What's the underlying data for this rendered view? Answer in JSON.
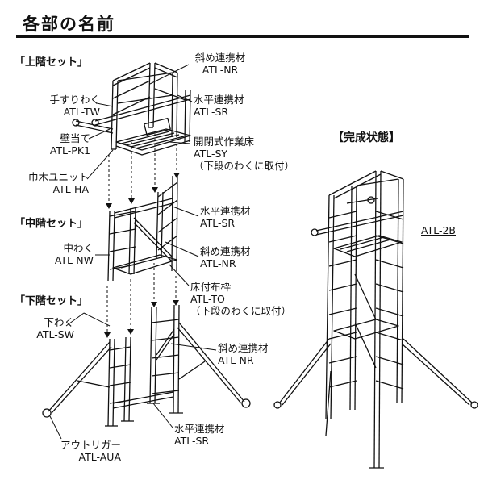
{
  "title": "各部の名前",
  "sections": {
    "upper": "「上階セット」",
    "middle": "「中階セット」",
    "lower": "「下階セット」",
    "complete": "【完成状態】"
  },
  "labels": {
    "tesuri_name": "手すりわく",
    "tesuri_code": "ATL-TW",
    "kabeate_name": "壁当て",
    "kabeate_code": "ATL-PK1",
    "habaki_name": "巾木ユニット",
    "habaki_code": "ATL-HA",
    "nakawaku_name": "中わく",
    "nakawaku_code": "ATL-NW",
    "shitawaku_name": "下わく",
    "shitawaku_code": "ATL-SW",
    "outrigger_name": "アウトリガー",
    "outrigger_code": "ATL-AUA",
    "nr1_name": "斜め連携材",
    "nr1_code": "ATL-NR",
    "sr1_name": "水平連携材",
    "sr1_code": "ATL-SR",
    "sy_name": "開閉式作業床",
    "sy_code": "ATL-SY",
    "sy_note": "（下段のわくに取付）",
    "sr2_name": "水平連携材",
    "sr2_code": "ATL-SR",
    "nr2_name": "斜め連携材",
    "nr2_code": "ATL-NR",
    "to_name": "床付布枠",
    "to_code": "ATL-TO",
    "to_note": "（下段のわくに取付）",
    "nr3_name": "斜め連携材",
    "nr3_code": "ATL-NR",
    "sr3_name": "水平連携材",
    "sr3_code": "ATL-SR",
    "model": "ATL-2B"
  }
}
